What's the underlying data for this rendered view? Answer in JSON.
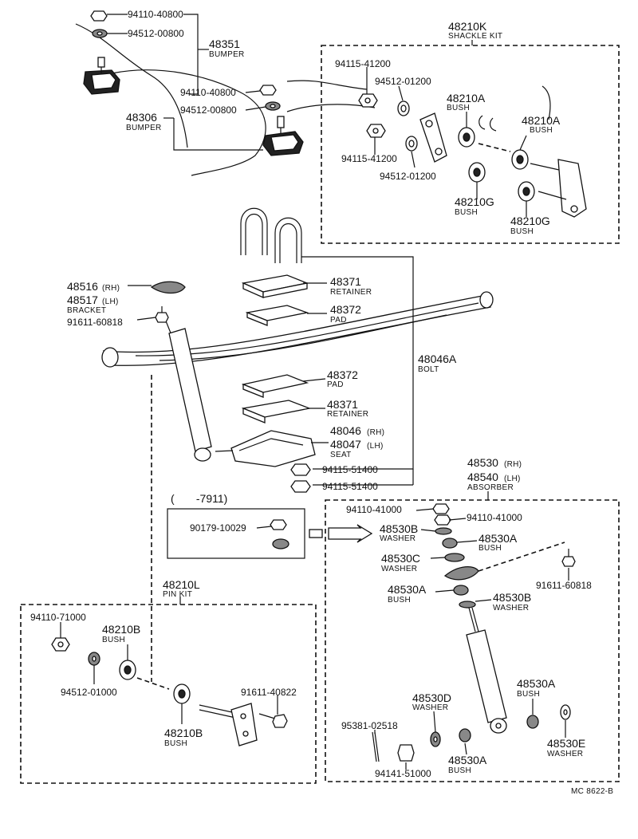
{
  "parts": {
    "p1": "94110-40800",
    "p2": "94512-00800",
    "p3_num": "48351",
    "p3_name": "BUMPER",
    "p4": "94110-40800",
    "p5": "94512-00800",
    "p6_num": "48306",
    "p6_name": "BUMPER",
    "shackle_num": "48210K",
    "shackle_name": "SHACKLE KIT",
    "p7": "94115-41200",
    "p8": "94512-01200",
    "p9_num": "48210A",
    "p9_name": "BUSH",
    "p10_num": "48210A",
    "p10_name": "BUSH",
    "p11": "94115-41200",
    "p12": "94512-01200",
    "p13_num": "48210G",
    "p13_name": "BUSH",
    "p14_num": "48210G",
    "p14_name": "BUSH",
    "p15_rh": "48516",
    "p15_rh_tag": "(RH)",
    "p15_lh": "48517",
    "p15_lh_tag": "(LH)",
    "p15_name": "BRACKET",
    "p16": "91611-60818",
    "p17_num": "48371",
    "p17_name": "RETAINER",
    "p18_num": "48372",
    "p18_name": "PAD",
    "p19_num": "48046A",
    "p19_name": "BOLT",
    "p20_num": "48372",
    "p20_name": "PAD",
    "p21_num": "48371",
    "p21_name": "RETAINER",
    "p22_rh": "48046",
    "p22_rh_tag": "(RH)",
    "p22_lh": "48047",
    "p22_lh_tag": "(LH)",
    "p22_name": "SEAT",
    "p23": "94115-51400",
    "p24": "94115-51400",
    "date_range": "(       -7911)",
    "p25": "90179-10029",
    "abs_rh": "48530",
    "abs_rh_tag": "(RH)",
    "abs_lh": "48540",
    "abs_lh_tag": "(LH)",
    "abs_name": "ABSORBER",
    "a1": "94110-41000",
    "a2": "94110-41000",
    "a3_num": "48530B",
    "a3_name": "WASHER",
    "a4_num": "48530A",
    "a4_name": "BUSH",
    "a5_num": "48530C",
    "a5_name": "WASHER",
    "a6": "91611-60818",
    "a7_num": "48530A",
    "a7_name": "BUSH",
    "a8_num": "48530B",
    "a8_name": "WASHER",
    "pin_num": "48210L",
    "pin_name": "PIN KIT",
    "k1": "94110-71000",
    "k2_num": "48210B",
    "k2_name": "BUSH",
    "k3": "94512-01000",
    "k4": "91611-40822",
    "k5_num": "48210B",
    "k5_name": "BUSH",
    "a9_num": "48530D",
    "a9_name": "WASHER",
    "a10_num": "48530A",
    "a10_name": "BUSH",
    "a11": "95381-02518",
    "a12_num": "48530E",
    "a12_name": "WASHER",
    "a13": "94141-51000",
    "a14_num": "48530A",
    "a14_name": "BUSH",
    "code": "MC 8622-B"
  }
}
